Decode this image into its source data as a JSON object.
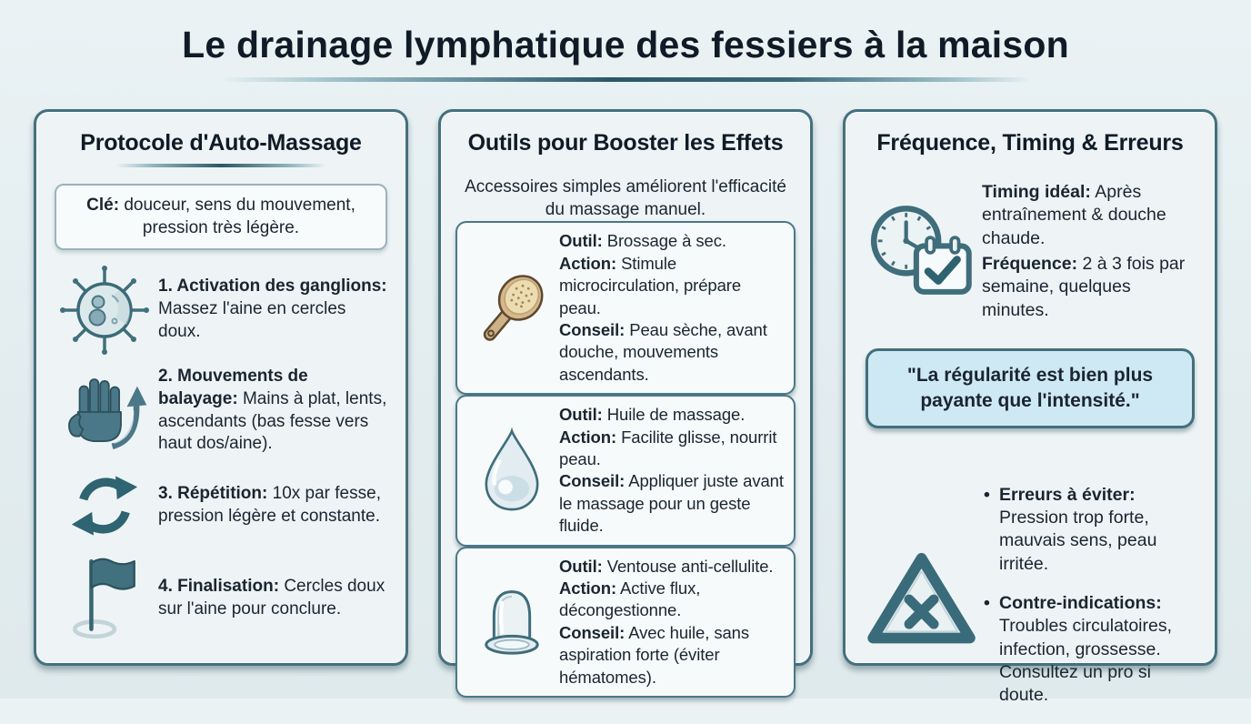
{
  "header": {
    "title": "Le drainage lymphatique des fessiers à la maison"
  },
  "colors": {
    "accent_teal": "#3e6d7b",
    "panel_border": "#44707e",
    "panel_bg": "#eef4f5",
    "quote_bg": "#cfe9f4",
    "page_bg": "#e4edef",
    "text": "#16222e"
  },
  "panels": [
    {
      "title": "Protocole d'Auto-Massage",
      "key_note": {
        "label": "Clé:",
        "text": "douceur, sens du mouvement, pression très légère."
      },
      "steps": [
        {
          "icon": "lymph-node-icon",
          "label": "1. Activation des ganglions:",
          "text": "Massez l'aine en cercles doux."
        },
        {
          "icon": "hand-sweep-icon",
          "label": "2. Mouvements de balayage:",
          "text": "Mains à plat, lents, ascendants (bas fesse vers haut dos/aine)."
        },
        {
          "icon": "repeat-cycle-icon",
          "label": "3. Répétition:",
          "text": "10x par fesse, pression légère et constante."
        },
        {
          "icon": "finish-flag-icon",
          "label": "4. Finalisation:",
          "text": "Cercles doux sur l'aine pour conclure."
        }
      ]
    },
    {
      "title": "Outils pour Booster les Effets",
      "intro": "Accessoires simples améliorent l'efficacité du massage manuel.",
      "tools": [
        {
          "icon": "dry-brush-icon",
          "rows": [
            {
              "label": "Outil:",
              "text": "Brossage à sec."
            },
            {
              "label": "Action:",
              "text": "Stimule microcirculation, prépare peau."
            },
            {
              "label": "Conseil:",
              "text": "Peau sèche, avant douche, mouvements ascendants."
            }
          ]
        },
        {
          "icon": "oil-drop-icon",
          "rows": [
            {
              "label": "Outil:",
              "text": "Huile de massage."
            },
            {
              "label": "Action:",
              "text": "Facilite glisse, nourrit peau."
            },
            {
              "label": "Conseil:",
              "text": "Appliquer juste avant le massage pour un geste fluide."
            }
          ]
        },
        {
          "icon": "cupping-cup-icon",
          "rows": [
            {
              "label": "Outil:",
              "text": "Ventouse anti-cellulite."
            },
            {
              "label": "Action:",
              "text": "Active flux, décongestionne."
            },
            {
              "label": "Conseil:",
              "text": "Avec huile, sans aspiration forte (éviter hématomes)."
            }
          ]
        }
      ]
    },
    {
      "title": "Fréquence, Timing & Erreurs",
      "timing": {
        "icon": "clock-calendar-icon",
        "rows": [
          {
            "label": "Timing idéal:",
            "text": "Après entraînement & douche chaude."
          },
          {
            "label": "Fréquence:",
            "text": "2 à 3 fois par semaine, quelques minutes."
          }
        ]
      },
      "quote": "\"La régularité est bien plus payante que l'intensité.\"",
      "warnings": {
        "icon": "warning-triangle-icon",
        "items": [
          {
            "label": "Erreurs à éviter:",
            "text": "Pression trop forte, mauvais sens, peau irritée."
          },
          {
            "label": "Contre-indications:",
            "text": "Troubles circulatoires, infection, grossesse. Consultez un pro si doute."
          }
        ]
      }
    }
  ]
}
